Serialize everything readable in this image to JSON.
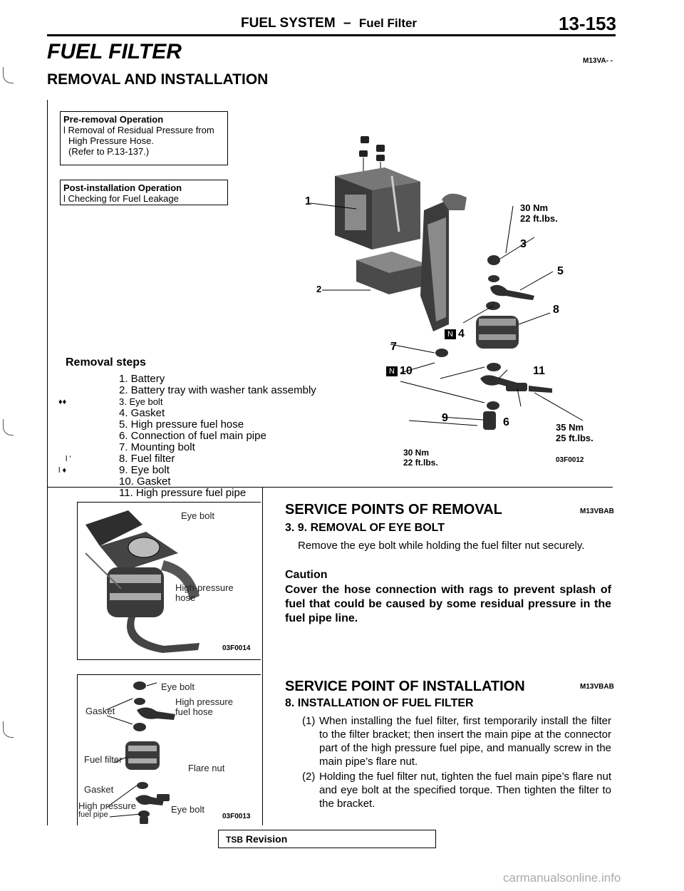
{
  "header": {
    "title": "FUEL SYSTEM",
    "dash": "–",
    "subtitle": "Fuel Filter",
    "page": "13-153"
  },
  "section": {
    "title": "FUEL FILTER",
    "code": "M13VA- -",
    "subtitle": "REMOVAL AND INSTALLATION"
  },
  "pre_removal": {
    "heading": "Pre-removal Operation",
    "line1": "l Removal of Residual Pressure from",
    "line2": "High Pressure Hose.",
    "line3": "(Refer to P.13-137.)"
  },
  "post_install": {
    "heading": "Post-installation Operation",
    "line1": "l Checking for Fuel Leakage"
  },
  "removal": {
    "heading": "Removal steps",
    "steps": [
      {
        "mark": "",
        "text": "1. Battery"
      },
      {
        "mark": "",
        "text": "2. Battery tray with washer tank assembly"
      },
      {
        "mark": "♦♦",
        "text": "3. Eye bolt"
      },
      {
        "mark": "",
        "text": "4. Gasket"
      },
      {
        "mark": "",
        "text": "5. High pressure fuel hose"
      },
      {
        "mark": "",
        "text": "6. Connection of fuel main pipe"
      },
      {
        "mark": "",
        "text": "7. Mounting bolt"
      },
      {
        "mark": "l '",
        "text": "8. Fuel filter"
      },
      {
        "mark": "l ♦",
        "text": "9. Eye bolt"
      },
      {
        "mark": "",
        "text": "10. Gasket"
      },
      {
        "mark": "",
        "text": "11. High pressure fuel pipe"
      }
    ]
  },
  "figure1": {
    "torque_top": "30 Nm",
    "torque_top2": "22 ft.lbs.",
    "torque_right": "35 Nm",
    "torque_right2": "25 ft.lbs.",
    "torque_bottom": "30 Nm",
    "torque_bottom2": "22 ft.lbs.",
    "code": "03F0012",
    "nums": [
      "1",
      "2",
      "3",
      "4",
      "5",
      "6",
      "7",
      "8",
      "9",
      "10",
      "11"
    ],
    "n_mark": "N"
  },
  "figure2": {
    "eye_bolt": "Eye bolt",
    "hose1": "High-pressure",
    "hose2": "hose",
    "code": "03F0014"
  },
  "figure3": {
    "eye_bolt_top": "Eye bolt",
    "gasket1": "Gasket",
    "hp1": "High pressure",
    "hp2": "fuel hose",
    "fuel_filter": "Fuel filter",
    "flare_nut": "Flare nut",
    "gasket2": "Gasket",
    "hp_pipe1": "High pressure",
    "hp_pipe2": "fuel pipe",
    "eye_bolt_bottom": "Eye bolt",
    "code": "03F0013"
  },
  "service_removal": {
    "title": "SERVICE POINTS OF REMOVAL",
    "code": "M13VBAB",
    "sub": "3. 9. REMOVAL OF EYE BOLT",
    "text": "Remove the eye bolt while holding the fuel filter nut securely.",
    "caution_label": "Caution",
    "caution": "Cover the hose connection with rags to prevent splash of fuel that could be caused by some residual pressure in the fuel pipe line."
  },
  "service_install": {
    "title": "SERVICE POINT OF INSTALLATION",
    "code": "M13VBAB",
    "sub": "8. INSTALLATION OF FUEL FILTER",
    "p1_num": "(1)",
    "p1": "When installing the fuel filter, first temporarily install the filter to the filter bracket; then insert the main pipe at the connector part of the high pressure fuel pipe, and manually screw in the main pipe’s flare nut.",
    "p2_num": "(2)",
    "p2": "Holding the fuel filter nut, tighten the fuel main pipe’s flare nut and eye bolt at the specified torque. Then tighten the filter to the bracket."
  },
  "footer": {
    "tsb": "TSB",
    "revision": "Revision"
  },
  "watermark": "carmanualsonline.info"
}
